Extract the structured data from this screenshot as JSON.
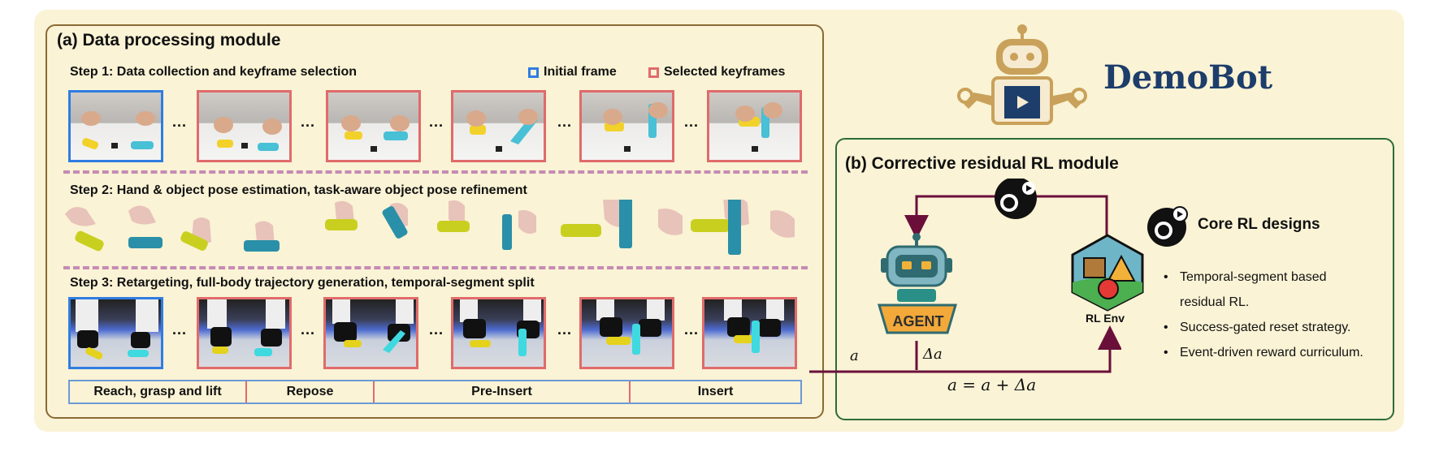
{
  "panel_a": {
    "title": "(a) Data processing module",
    "step1": "Step 1: Data collection and keyframe selection",
    "step2": "Step 2: Hand & object pose estimation, task-aware object pose refinement",
    "step3": "Step 3: Retargeting, full-body trajectory generation, temporal-segment split",
    "legend_initial": "Initial frame",
    "legend_selected": "Selected keyframes",
    "ellipsis": "...",
    "segments": [
      "Reach, grasp and lift",
      "Repose",
      "Pre-Insert",
      "Insert"
    ]
  },
  "brand": {
    "name": "DemoBot"
  },
  "panel_b": {
    "title": "(b) Corrective residual RL module",
    "agent_label": "AGENT",
    "env_label": "RL Env",
    "core_title": "Core RL designs",
    "bullets": [
      "Temporal-segment based",
      "residual RL.",
      "Success-gated reset strategy.",
      "Event-driven reward curriculum."
    ],
    "math_demo": "a",
    "math_delta": "Δa",
    "equation": "a = a + Δa"
  },
  "colors": {
    "background": "#faf3d5",
    "panel_a_border": "#8a6a35",
    "panel_b_border": "#2e6b3a",
    "initial_frame": "#2f7de1",
    "keyframe": "#e06b6b",
    "separator": "#c58bb4",
    "loop_arrow": "#6a0f3a",
    "brand": "#1d3d6b",
    "robot_gold": "#c9a15a"
  }
}
